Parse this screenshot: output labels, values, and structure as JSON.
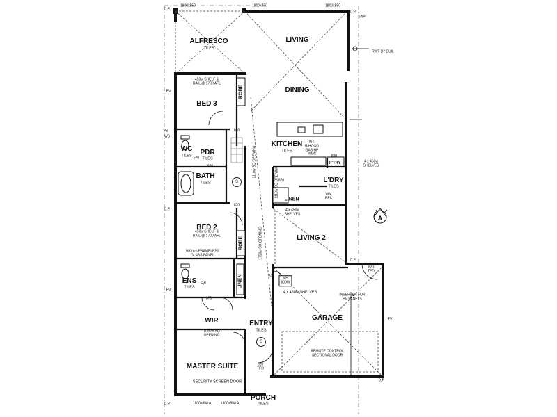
{
  "rooms": {
    "alfresco": {
      "name": "ALFRESCO",
      "sub": "TILES"
    },
    "living": {
      "name": "LIVING"
    },
    "dining": {
      "name": "DINING"
    },
    "bed3": {
      "name": "BED 3",
      "note": "450w SHELF &\nRAIL @ 1700 AFL"
    },
    "kitchen": {
      "name": "KITCHEN",
      "sub": "TILES"
    },
    "wc": {
      "name": "WC",
      "sub": "TILES"
    },
    "pdr": {
      "name": "PDR",
      "sub": "TILES"
    },
    "bath": {
      "name": "BATH",
      "sub": "TILES"
    },
    "ldry": {
      "name": "L'DRY",
      "sub": "TILES"
    },
    "linen1": {
      "name": "LINEN"
    },
    "bed2": {
      "name": "BED 2",
      "note": "450w SHELF &\nRAIL @ 1700 AFL"
    },
    "living2": {
      "name": "LIVING 2"
    },
    "ens": {
      "name": "ENS",
      "sub": "TILES"
    },
    "linen2": {
      "name": "LINEN"
    },
    "wir": {
      "name": "WIR",
      "sub": "1050w SQ\nOPENING"
    },
    "entry": {
      "name": "ENTRY",
      "sub": "TILES"
    },
    "garage": {
      "name": "GARAGE"
    },
    "master": {
      "name": "MASTER SUITE"
    },
    "porch": {
      "name": "PORCH",
      "sub": "TILES"
    },
    "robe1": {
      "name": "ROBE"
    },
    "robe2": {
      "name": "ROBE"
    },
    "ptry": {
      "name": "P'TRY"
    }
  },
  "notes": {
    "window_top1": "1800x850",
    "window_top2": "1800x850",
    "tap": "TAP",
    "rwt": "RWT BY BUIL",
    "frameless": "900mm FRAMELESS\nGLASS PANEL",
    "shelves4_a": "4 x 450w\nSHELVES",
    "shelves4_b": "4 x 450w\nSHELVES",
    "shelves4_c": "4 x 450w SHELVES",
    "inverter": "INVERTER FOR\nPV PANELS",
    "remote": "REMOTE CONTROL\nSECTIONAL DOOR",
    "security": "SECURITY SCREEN DOOR",
    "int_rh": "INT.\nR/HOOD\nGAS HP\nWMC",
    "wm_rec": "WM\nREC",
    "mh": "MH\n600W",
    "window_bot1": "1800x850 A",
    "window_bot2": "1800x850 A",
    "tfd1": "820\nTFD",
    "tfd2": "920\nTFD",
    "dp": "D.P.",
    "ev": "EV",
    "ws": "WS",
    "ps": "PS",
    "s_mark": "S",
    "section_a": "A",
    "sq_opening": "1110w SQ\nOPENING",
    "sq_opening2": "1110w SQ\nOPENING",
    "opening_1750": "1750w SQ OPENING",
    "w870": "870",
    "w820": "820",
    "w670": "670",
    "flow": "FW"
  }
}
